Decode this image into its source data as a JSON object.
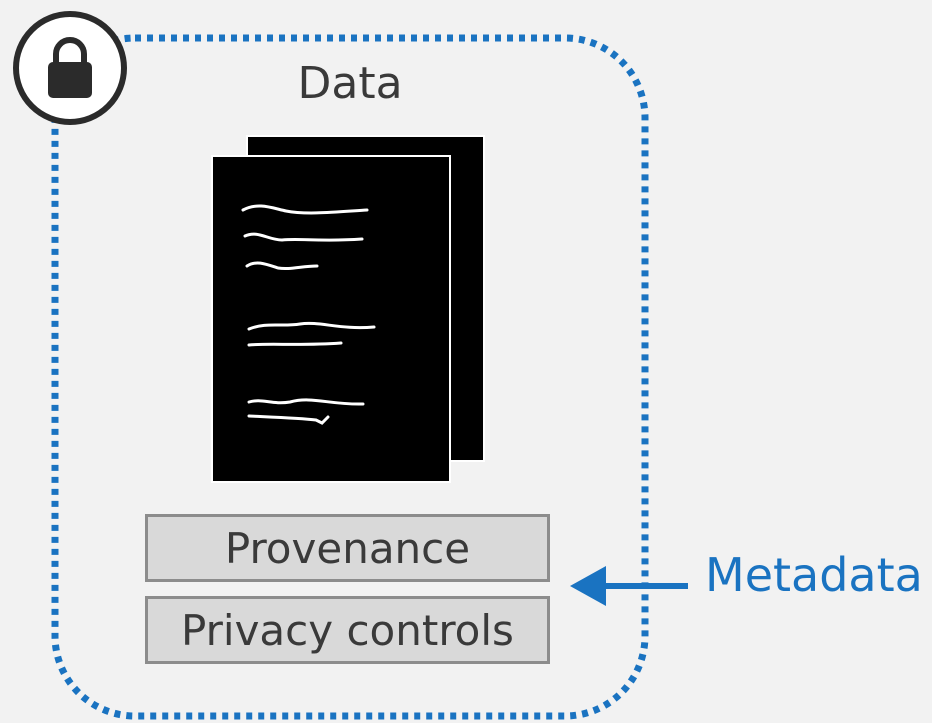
{
  "title": "Data",
  "metadata_boxes": {
    "provenance": "Provenance",
    "privacy_controls": "Privacy controls"
  },
  "metadata_label": "Metadata",
  "icons": {
    "lock": "lock-icon",
    "documents": "document-stack-icon",
    "arrow": "arrow-left-icon"
  },
  "colors": {
    "border_dotted": "#1a73c1",
    "arrow": "#1a73c1",
    "label": "#1a73c1",
    "background": "#f2f2f2",
    "box_fill": "#d9d9d9",
    "box_border": "#8c8c8c",
    "document": "#000000"
  }
}
